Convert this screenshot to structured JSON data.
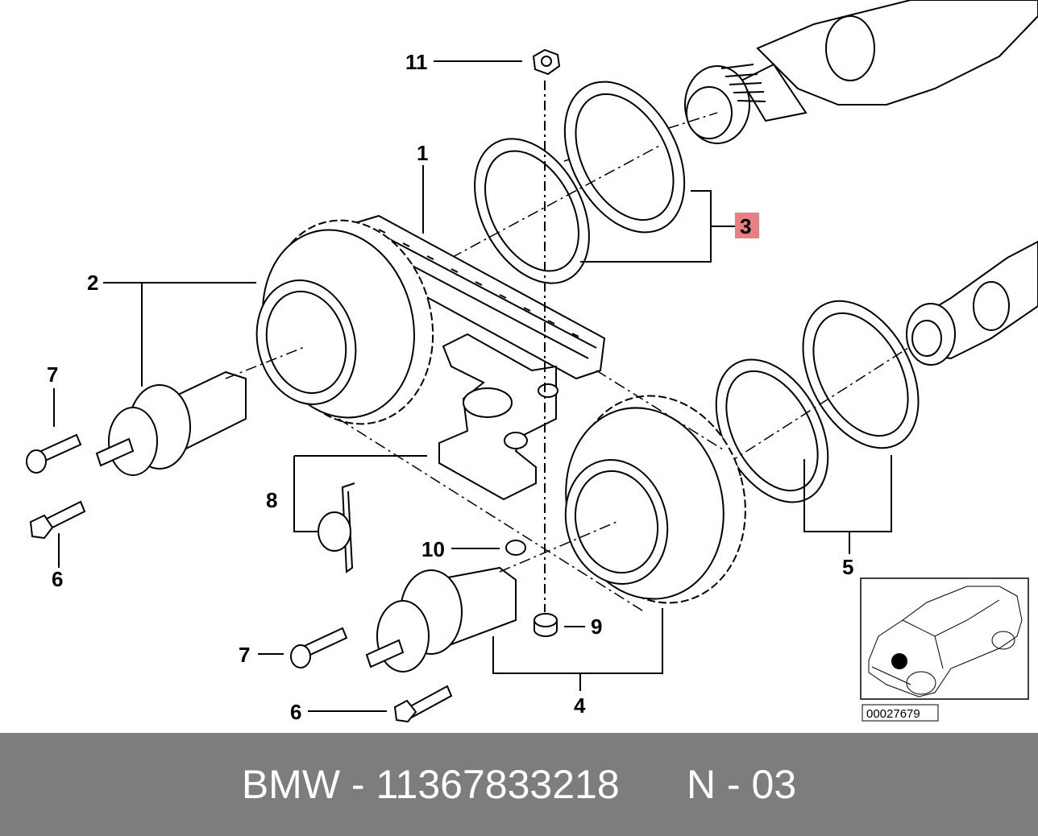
{
  "callouts": {
    "c1": "1",
    "c2": "2",
    "c3": "3",
    "c4": "4",
    "c5": "5",
    "c6a": "6",
    "c6b": "6",
    "c7a": "7",
    "c7b": "7",
    "c8": "8",
    "c9": "9",
    "c10": "10",
    "c11": "11"
  },
  "highlight_color": "#e88080",
  "inset": {
    "ref_number": "00027679"
  },
  "footer": {
    "brand": "BMW",
    "sep": " - ",
    "part_number": "11367833218",
    "code_sep": "      N - ",
    "code": "03"
  }
}
